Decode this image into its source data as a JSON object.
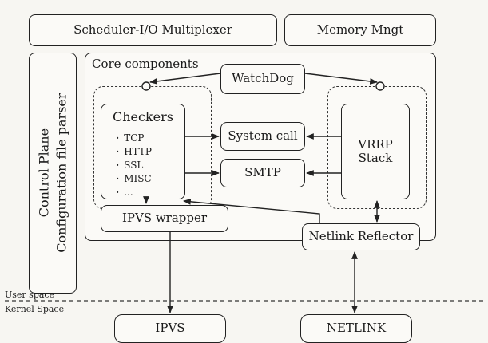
{
  "top": {
    "scheduler_label": "Scheduler-I/O Multiplexer",
    "memory_label": "Memory Mngt"
  },
  "control_plane": {
    "line1": "Control Plane",
    "line2": "Configuration file parser"
  },
  "core": {
    "title": "Core components",
    "watchdog": "WatchDog",
    "checkers": {
      "title": "Checkers",
      "items": [
        "TCP",
        "HTTP",
        "SSL",
        "MISC",
        "..."
      ]
    },
    "system_call": "System call",
    "smtp": "SMTP",
    "vrrp": [
      "VRRP",
      "Stack"
    ],
    "ipvs_wrapper": "IPVS wrapper",
    "netlink_reflector": "Netlink Reflector"
  },
  "spaces": {
    "user": "User space",
    "kernel": "Kernel Space"
  },
  "kernel": {
    "ipvs": "IPVS",
    "netlink": "NETLINK"
  }
}
